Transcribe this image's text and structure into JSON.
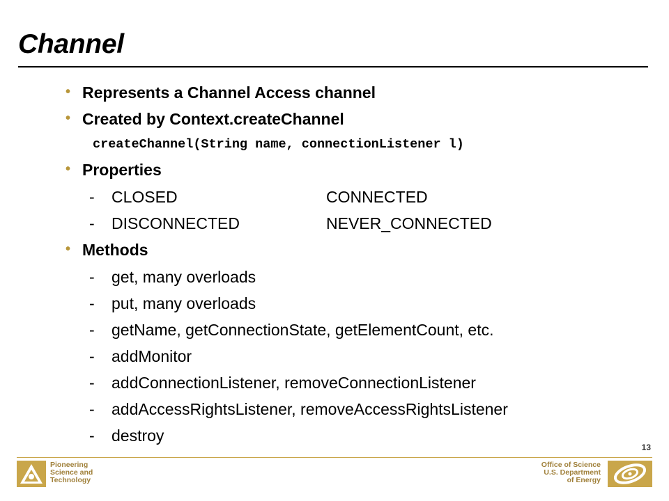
{
  "slide": {
    "title": "Channel",
    "page_number": "13"
  },
  "bullets": [
    {
      "text": "Represents a Channel Access channel"
    },
    {
      "text": "Created by Context.createChannel"
    },
    {
      "text": "Properties"
    },
    {
      "text": "Methods"
    }
  ],
  "code_line": "createChannel(String name, connectionListener l)",
  "properties": [
    {
      "left": "CLOSED",
      "right": "CONNECTED"
    },
    {
      "left": "DISCONNECTED",
      "right": "NEVER_CONNECTED"
    }
  ],
  "methods": [
    "get, many overloads",
    "put, many overloads",
    "getName, getConnectionState, getElementCount, etc.",
    "addMonitor",
    "addConnectionListener, removeConnectionListener",
    "addAccessRightsListener, removeAccessRightsListener",
    "destroy"
  ],
  "dash": "-",
  "bullet_glyph": "•",
  "footer": {
    "left_lines": [
      "Pioneering",
      "Science and",
      "Technology"
    ],
    "right_lines": [
      "Office of Science",
      "U.S. Department",
      "of Energy"
    ],
    "accent_color": "#b8963a"
  }
}
